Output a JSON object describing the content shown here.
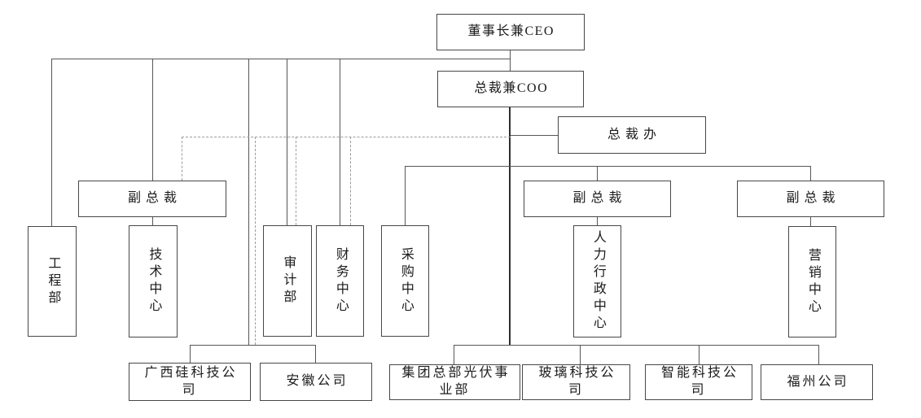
{
  "colors": {
    "background": "#ffffff",
    "box_border": "#474747",
    "solid_line": "#565656",
    "dashed_line": "#9c9c9c",
    "text": "#1b1b1b"
  },
  "org_chart": {
    "nodes": {
      "ceo": {
        "label": "董事长兼CEO"
      },
      "coo": {
        "label": "总裁兼COO"
      },
      "president_office": {
        "label": "总裁办"
      },
      "vp_left": {
        "label": "副总裁"
      },
      "vp_mid": {
        "label": "副总裁"
      },
      "vp_right": {
        "label": "副总裁"
      },
      "engineering": {
        "label": "工程部"
      },
      "tech_center": {
        "label": "技术中心"
      },
      "audit": {
        "label": "审计部"
      },
      "finance_center": {
        "label": "财务中心"
      },
      "procurement_center": {
        "label": "采购中心"
      },
      "hr_admin_center": {
        "label": "人力行政中心"
      },
      "marketing_center": {
        "label": "营销中心"
      },
      "guangxi_silicon": {
        "label": [
          "广西硅科技公",
          "司"
        ]
      },
      "anhui": {
        "label": "安徽公司"
      },
      "group_pv": {
        "label": [
          "集团总部光伏事",
          "业部"
        ]
      },
      "glass_tech": {
        "label": [
          "玻璃科技公",
          "司"
        ]
      },
      "smart_tech": {
        "label": [
          "智能科技公",
          "司"
        ]
      },
      "fuzhou": {
        "label": "福州公司"
      }
    },
    "edges": {
      "solid": [
        {
          "from": "ceo",
          "to": "coo"
        },
        {
          "from": "ceo",
          "to": "engineering"
        },
        {
          "from": "ceo",
          "to": "vp_left"
        },
        {
          "from": "ceo",
          "to": "audit"
        },
        {
          "from": "ceo",
          "to": "finance_center"
        },
        {
          "from": "ceo",
          "to": "guangxi_silicon"
        },
        {
          "from": "ceo",
          "to": "anhui"
        },
        {
          "from": "vp_left",
          "to": "tech_center"
        },
        {
          "from": "coo",
          "to": "president_office"
        },
        {
          "from": "coo",
          "to": "procurement_center"
        },
        {
          "from": "coo",
          "to": "vp_mid"
        },
        {
          "from": "coo",
          "to": "vp_right"
        },
        {
          "from": "vp_mid",
          "to": "hr_admin_center"
        },
        {
          "from": "vp_right",
          "to": "marketing_center"
        },
        {
          "from": "coo",
          "to": "group_pv"
        },
        {
          "from": "coo",
          "to": "glass_tech"
        },
        {
          "from": "coo",
          "to": "smart_tech"
        },
        {
          "from": "coo",
          "to": "fuzhou"
        }
      ],
      "dashed": [
        {
          "from": "president_office",
          "to": "vp_left"
        },
        {
          "from": "president_office",
          "to": "audit"
        },
        {
          "from": "president_office",
          "to": "finance_center"
        },
        {
          "from": "president_office",
          "to": "guangxi_silicon"
        },
        {
          "from": "president_office",
          "to": "anhui"
        }
      ]
    }
  }
}
